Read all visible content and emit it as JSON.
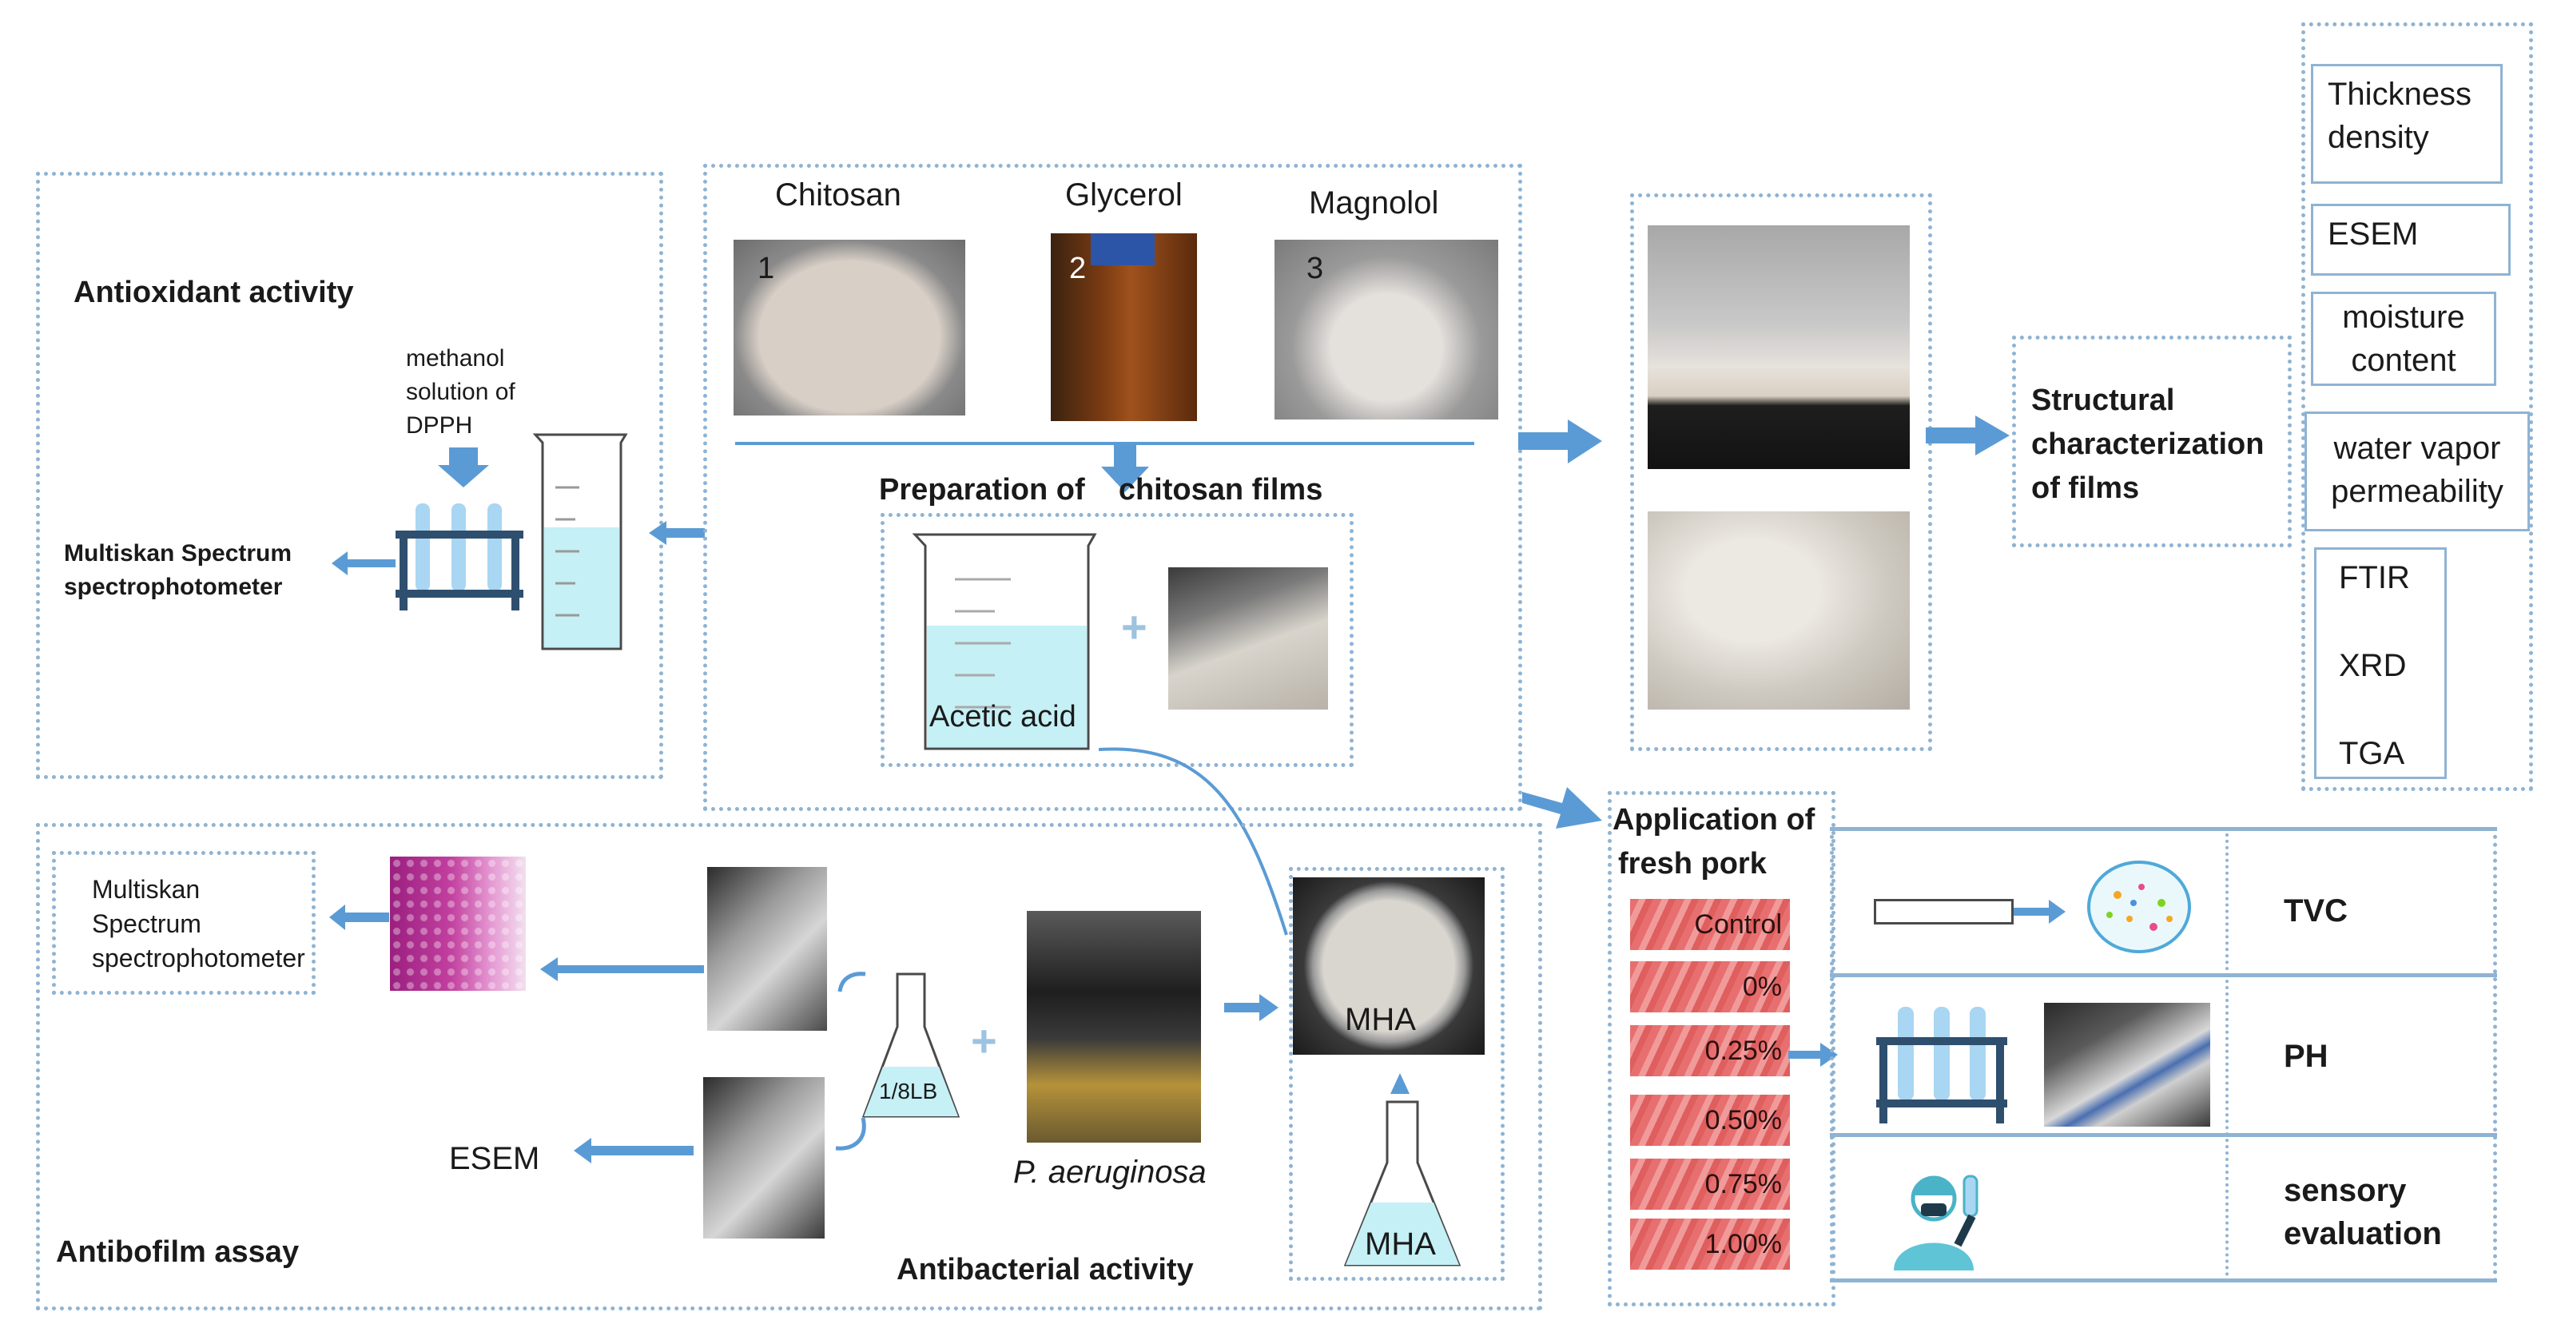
{
  "materials": {
    "chitosan": "Chitosan",
    "glycerol": "Glycerol",
    "magnolol": "Magnolol",
    "num1": "1",
    "num2": "2",
    "num3": "3"
  },
  "preparation": {
    "title": "Preparation of    chitosan films",
    "acetic_acid": "Acetic acid"
  },
  "antioxidant": {
    "title": "Antioxidant activity",
    "dpph_1": "methanol",
    "dpph_2": "solution of",
    "dpph_3": "DPPH",
    "instrument_1": "Multiskan Spectrum",
    "instrument_2": "spectrophotometer"
  },
  "structural": {
    "line1": "Structural",
    "line2": "characterization",
    "line3": "of films"
  },
  "characterization_items": {
    "thickness_1": "Thickness",
    "thickness_2": "density",
    "esem": "ESEM",
    "moisture_1": "moisture",
    "moisture_2": "content",
    "wvp_1": "water vapor",
    "wvp_2": "permeability",
    "ftir": "FTIR",
    "xrd": "XRD",
    "tga": "TGA"
  },
  "antibiofilm": {
    "title": "Antibofilm assay",
    "instrument_1": "Multiskan",
    "instrument_2": "Spectrum",
    "instrument_3": "spectrophotometer",
    "esem": "ESEM",
    "lb": "1/8LB",
    "organism": "P. aeruginosa"
  },
  "antibacterial": {
    "title": "Antibacterial activity",
    "mha_plate": "MHA",
    "mha_flask": "MHA"
  },
  "application": {
    "title_1": "Application of",
    "title_2": "fresh pork",
    "samples": [
      "Control",
      "0%",
      "0.25%",
      "0.50%",
      "0.75%",
      "1.00%"
    ],
    "tvc": "TVC",
    "ph": "PH",
    "sensory_1": "sensory",
    "sensory_2": "evaluation"
  },
  "colors": {
    "dotted_border": "#8fb3d3",
    "arrow": "#5b9bd5",
    "liquid": "#c5f0f5",
    "pork": "#e86f6f"
  }
}
